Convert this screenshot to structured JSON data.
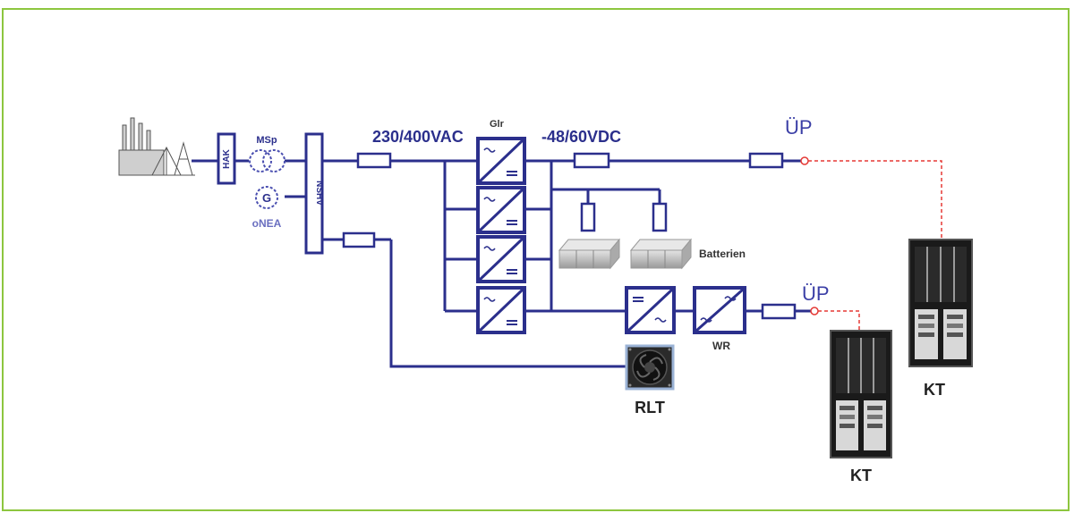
{
  "colors": {
    "line": "#2b2f8c",
    "accent": "#4a4fb0",
    "dashed": "#e53935",
    "frame": "#8dc63f"
  },
  "labels": {
    "hak": "HAK",
    "msp": "MSp",
    "g": "G",
    "onea": "oNEA",
    "nshv": "NSHV",
    "vac": "230/400VAC",
    "glr": "Glr",
    "vdc": "-48/60VDC",
    "up_top": "ÜP",
    "up_bottom": "ÜP",
    "batterien": "Batterien",
    "wr": "WR",
    "rlt": "RLT",
    "kt_right": "KT",
    "kt_left": "KT"
  },
  "icons": [
    "power-plant-icon",
    "generator-icon",
    "rectifier-icon",
    "inverter-icon",
    "fan-icon",
    "battery-icon",
    "server-rack-icon"
  ]
}
